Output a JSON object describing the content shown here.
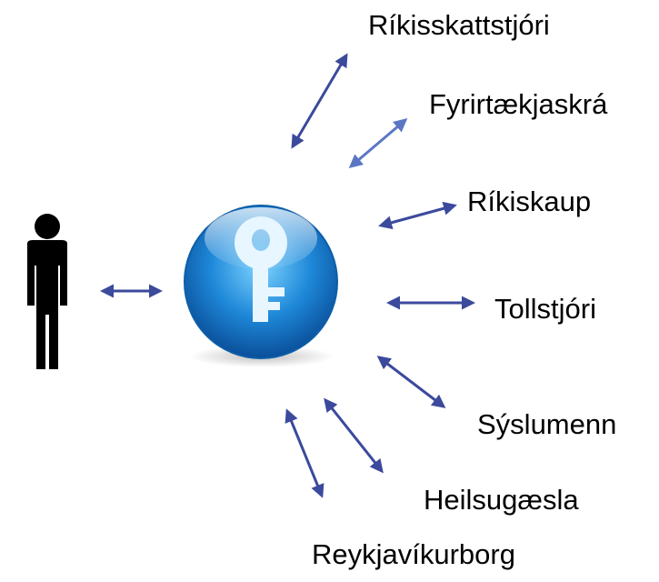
{
  "diagram": {
    "center_icon": "key-orb-icon",
    "person_icon": "person-icon",
    "arrow_color": "#3b4a9c",
    "arrow_color_light": "#5b77c4",
    "orb_color": "#1e88d8",
    "labels": {
      "rikisskattstjori": "Ríkisskattstjóri",
      "fyrirtaekjaskra": "Fyrirtækjaskrá",
      "rikiskaup": "Ríkiskaup",
      "tollstjori": "Tollstjóri",
      "syslumenn": "Sýslumenn",
      "heilsugaesla": "Heilsugæsla",
      "reykjavikurborg": "Reykjavíkurborg"
    }
  }
}
